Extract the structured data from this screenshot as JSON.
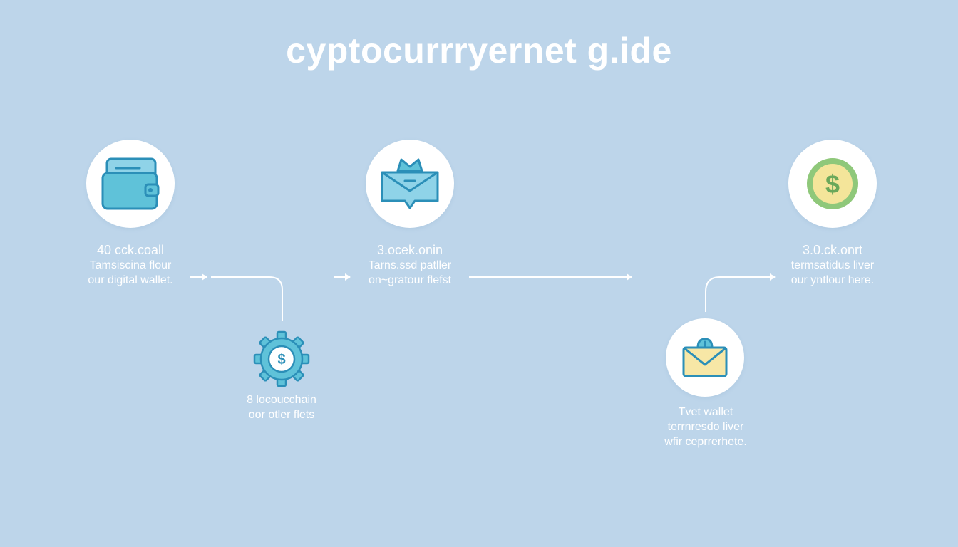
{
  "title": "cyptocurrryernet g.ide",
  "colors": {
    "background": "#bdd5ea",
    "node_fill": "#ffffff",
    "icon_blue": "#2b8fb8",
    "icon_teal": "#5fc2d9",
    "coin_green": "#8fc87a",
    "coin_yellow": "#f4e59a",
    "envelope_yellow": "#f7e7a6"
  },
  "steps": [
    {
      "icon": "wallet-icon",
      "lines": [
        "40 cck.coall",
        "Tamsiscina flour",
        "our digital wallet."
      ]
    },
    {
      "icon": "gear-coin-icon",
      "lines": [
        "8 locoucchain",
        "oor otler flets"
      ]
    },
    {
      "icon": "envelope-crown-icon",
      "lines": [
        "3.ocek.onin",
        "Tarns.ssd patller",
        "on~gratour flefst"
      ]
    },
    {
      "icon": "envelope-icon",
      "lines": [
        "Tvet wallet",
        "terrnresdo liver",
        "wfir ceprrerhete."
      ]
    },
    {
      "icon": "coin-icon",
      "lines": [
        "3.0.ck.onrt",
        "termsatidus liver",
        "our yntlour here."
      ]
    }
  ]
}
